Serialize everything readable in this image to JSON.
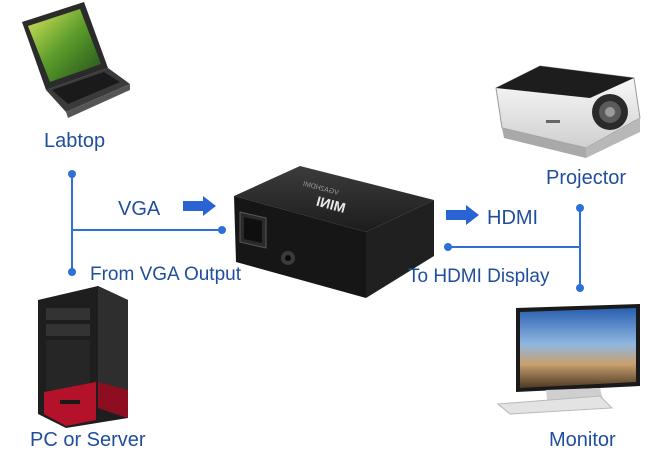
{
  "devices": {
    "laptop": "Labtop",
    "pc": "PC or Server",
    "projector": "Projector",
    "monitor": "Monitor"
  },
  "signals": {
    "input": "VGA",
    "input_source": "From VGA Output",
    "output": "HDMI",
    "output_target": "To HDMI Display"
  },
  "adapter": {
    "badge": "MINI",
    "model_text": "VGA2HDMI"
  },
  "colors": {
    "label": "#1f4e9c",
    "connector": "#2f6fd8",
    "arrow": "#2a63d4",
    "device_body": "#222222",
    "pc_accent": "#b3122a"
  }
}
